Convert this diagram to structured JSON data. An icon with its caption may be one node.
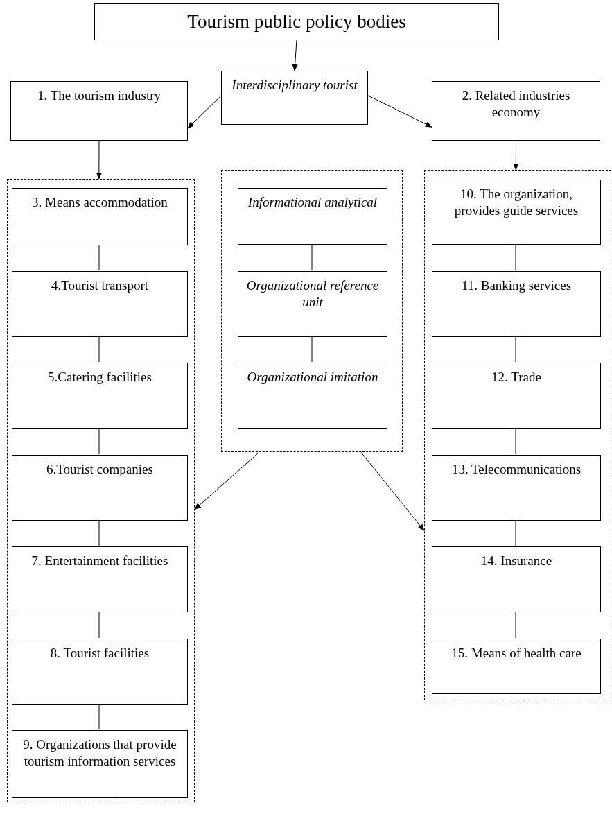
{
  "diagram": {
    "nodes": [
      {
        "text": [
          "Tourism public policy bodies"
        ]
      },
      {
        "text": [
          "Interdisciplinary tourist"
        ]
      },
      {
        "text": [
          "1. The tourism industry"
        ]
      },
      {
        "text": [
          "2. Related industries economy"
        ]
      },
      {
        "text": [],
        "shape": "box"
      },
      {
        "text": [
          "3. Means accommodation"
        ],
        "in": 4
      },
      {
        "text": [
          "4.Tourist transport"
        ],
        "in": 4
      },
      {
        "text": [
          "5.Catering facilities"
        ],
        "in": 4
      },
      {
        "text": [
          "6.Tourist companies"
        ],
        "in": 4
      },
      {
        "text": [
          "7. Entertainment facilities"
        ],
        "in": 4
      },
      {
        "text": [
          "8. Tourist facilities"
        ],
        "in": 4
      },
      {
        "text": [
          "9. Organizations that provide tourism information services"
        ],
        "in": 4
      },
      {
        "text": [],
        "shape": "box"
      },
      {
        "text": [
          "Informational analytical"
        ],
        "in": 12
      },
      {
        "text": [
          "Organizational reference unit"
        ],
        "in": 12
      },
      {
        "text": [
          "Organizational imitation"
        ],
        "in": 12
      },
      {
        "text": [],
        "shape": "box"
      },
      {
        "text": [
          "10. The organization, provides guide services"
        ],
        "in": 16
      },
      {
        "text": [
          "11. Banking services"
        ],
        "in": 16
      },
      {
        "text": [
          "12. Trade"
        ],
        "in": 16
      },
      {
        "text": [
          "13. Telecommunications"
        ],
        "in": 16
      },
      {
        "text": [
          "14. Insurance"
        ],
        "in": 16
      },
      {
        "text": [
          "15. Means of health care"
        ],
        "in": 16
      }
    ],
    "edges": [
      {
        "from": 0,
        "to": 1,
        "arrow": "to"
      },
      {
        "from": 1,
        "to": 2,
        "arrow": "to"
      },
      {
        "from": 1,
        "to": 3,
        "arrow": "to"
      },
      {
        "from": 2,
        "to": 4,
        "arrow": "to"
      },
      {
        "from": 3,
        "to": 16,
        "arrow": "to"
      },
      {
        "from": 12,
        "to": 4,
        "arrow": "to"
      },
      {
        "from": 12,
        "to": 16,
        "arrow": "to"
      },
      {
        "from": 5,
        "to": 6,
        "arrow": "none"
      },
      {
        "from": 6,
        "to": 7,
        "arrow": "none"
      },
      {
        "from": 7,
        "to": 8,
        "arrow": "none"
      },
      {
        "from": 8,
        "to": 9,
        "arrow": "none"
      },
      {
        "from": 9,
        "to": 10,
        "arrow": "none"
      },
      {
        "from": 10,
        "to": 11,
        "arrow": "none"
      },
      {
        "from": 13,
        "to": 14,
        "arrow": "none"
      },
      {
        "from": 14,
        "to": 15,
        "arrow": "none"
      },
      {
        "from": 17,
        "to": 18,
        "arrow": "none"
      },
      {
        "from": 18,
        "to": 19,
        "arrow": "none"
      },
      {
        "from": 19,
        "to": 20,
        "arrow": "none"
      },
      {
        "from": 20,
        "to": 21,
        "arrow": "none"
      },
      {
        "from": 21,
        "to": 22,
        "arrow": "none"
      }
    ]
  }
}
